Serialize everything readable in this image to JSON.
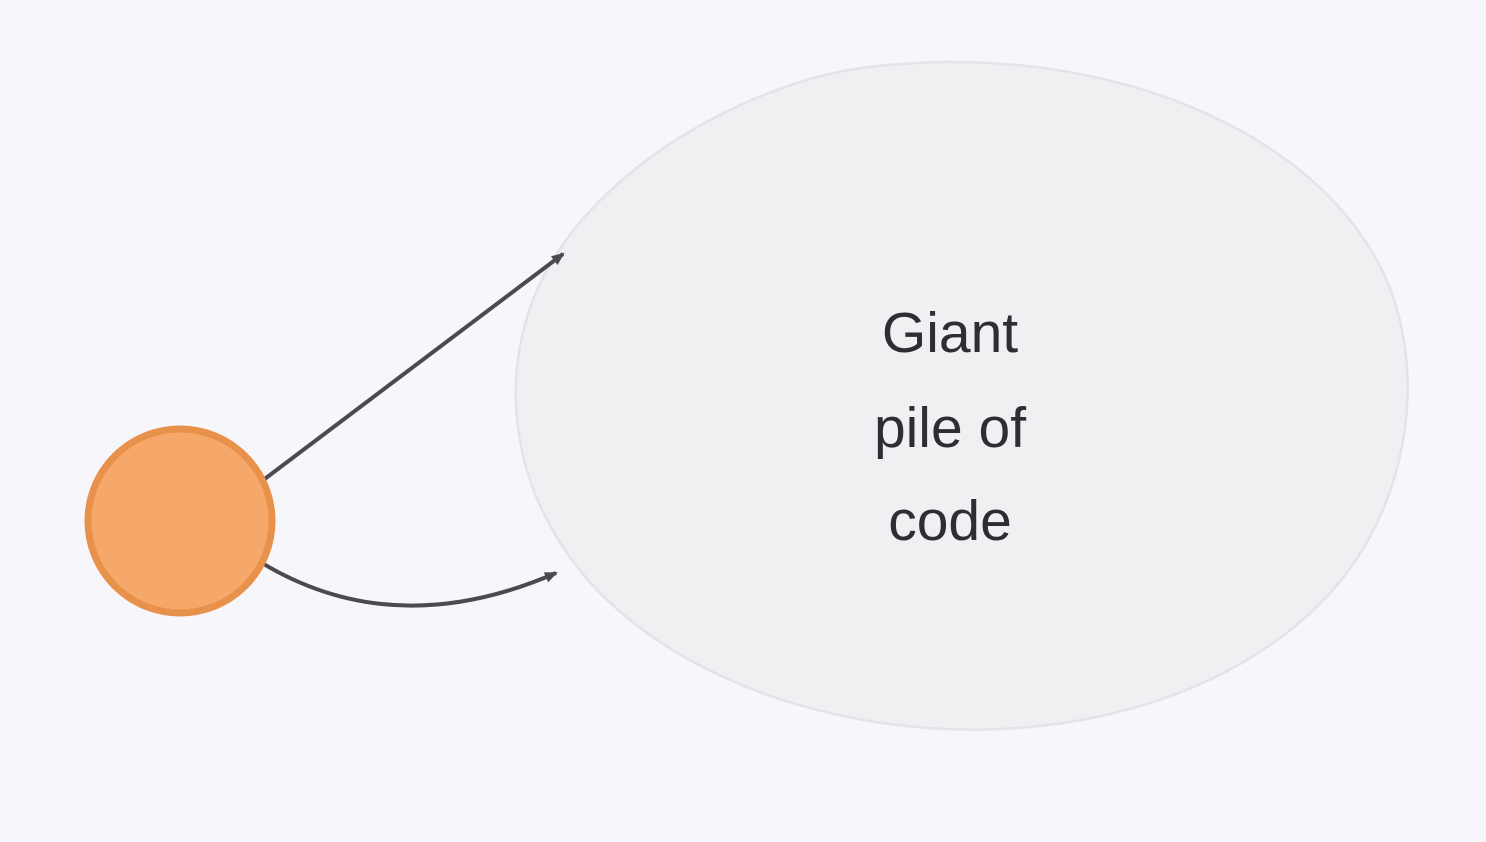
{
  "diagram": {
    "background_color": "#f7f6fa",
    "node_circle": {
      "fill": "#f6a76a",
      "stroke": "#e8914a"
    },
    "blob": {
      "fill": "#f0eff2",
      "stroke": "#e4e3e8",
      "label_lines": [
        "Giant",
        "pile of",
        "code"
      ]
    },
    "arrow": {
      "color": "#4a4a52"
    },
    "text_color": "#2d2d33"
  }
}
